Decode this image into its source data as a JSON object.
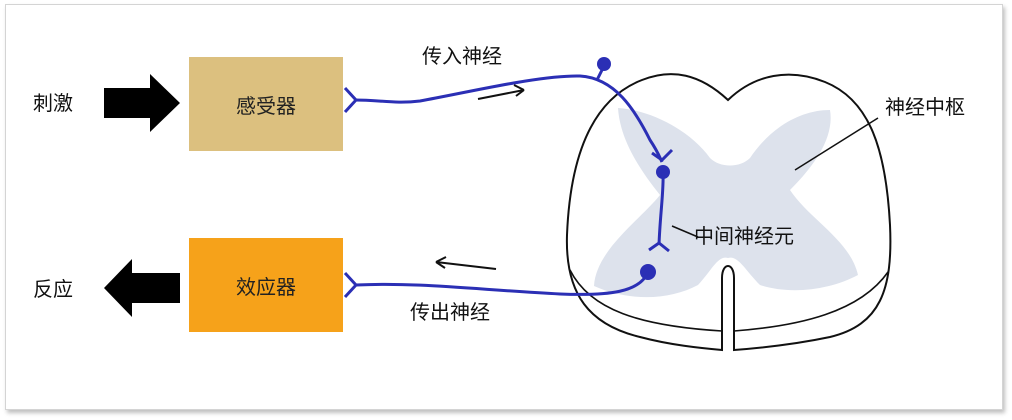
{
  "labels": {
    "stimulus": "刺激",
    "response": "反应",
    "receptor": "感受器",
    "effector": "效应器",
    "afferent_nerve": "传入神经",
    "efferent_nerve": "传出神经",
    "nerve_center": "神经中枢",
    "interneuron": "中间神经元"
  },
  "colors": {
    "receptor_box": "#dcc07f",
    "effector_box": "#f6a21a",
    "nerve_fiber": "#2b2fb5",
    "gray_matter": "#dde2ec",
    "arrow": "#000000"
  }
}
